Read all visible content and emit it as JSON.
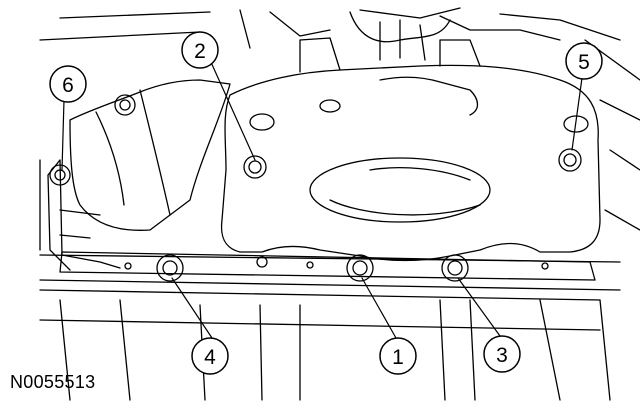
{
  "figure": {
    "id_label": "N0055513",
    "callouts": [
      "1",
      "2",
      "3",
      "4",
      "5",
      "6"
    ]
  }
}
